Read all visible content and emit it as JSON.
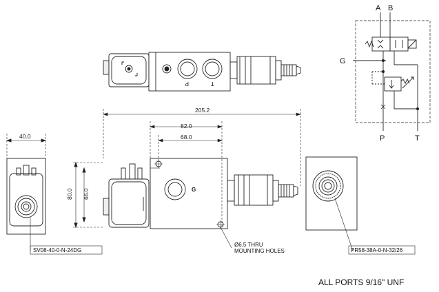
{
  "schematic": {
    "port_a": "A",
    "port_b": "B",
    "port_g": "G",
    "port_p": "P",
    "port_t": "T"
  },
  "top_view": {
    "port_p_mark": "P",
    "port_t_mark": "T"
  },
  "front_view": {
    "port_g_mark": "G"
  },
  "dimensions": {
    "overall_length": "205.2",
    "length_82": "82.0",
    "length_68": "68.0",
    "side_width": "40.0",
    "height_80": "80.0",
    "height_66": "66.0"
  },
  "callouts": {
    "left_part": "SV08-40-0-N-24DG",
    "right_part": "PR58-38A-0-N-32/26",
    "holes_line1": "Ø6.5 THRU",
    "holes_line2": "MOUNTING HOLES"
  },
  "footer": {
    "ports_note": "ALL PORTS 9/16\" UNF"
  }
}
